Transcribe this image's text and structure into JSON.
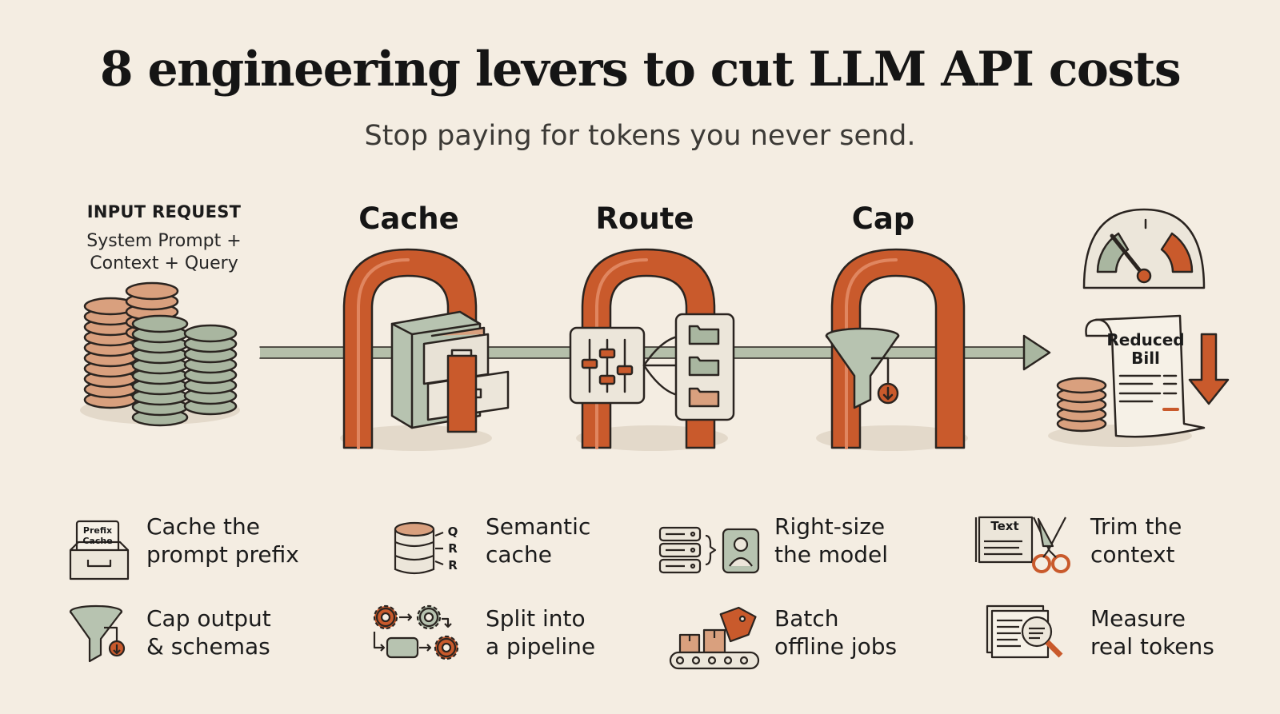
{
  "title": "8 engineering levers to cut LLM API costs",
  "subtitle": "Stop paying for tokens you never send.",
  "input": {
    "label": "INPUT REQUEST",
    "line1": "System Prompt +",
    "line2": "Context + Query"
  },
  "stages": [
    {
      "label": "Cache"
    },
    {
      "label": "Route"
    },
    {
      "label": "Cap"
    }
  ],
  "bill": {
    "line1": "Reduced",
    "line2": "Bill"
  },
  "icon_text": {
    "prefix_cache_1": "Prefix",
    "prefix_cache_2": "Cache",
    "text_doc": "Text",
    "q": "Q",
    "r": "R"
  },
  "levers": [
    {
      "line1": "Cache the",
      "line2": "prompt prefix",
      "icon": "prefix-cache-box-icon"
    },
    {
      "line1": "Semantic",
      "line2": "cache",
      "icon": "database-qr-icon"
    },
    {
      "line1": "Right-size",
      "line2": "the model",
      "icon": "server-to-person-icon"
    },
    {
      "line1": "Trim the",
      "line2": "context",
      "icon": "scissors-text-icon"
    },
    {
      "line1": "Cap output",
      "line2": "& schemas",
      "icon": "funnel-icon"
    },
    {
      "line1": "Split into",
      "line2": "a pipeline",
      "icon": "gears-pipeline-icon"
    },
    {
      "line1": "Batch",
      "line2": "offline jobs",
      "icon": "conveyor-boxes-icon"
    },
    {
      "line1": "Measure",
      "line2": "real tokens",
      "icon": "magnifier-document-icon"
    }
  ],
  "colors": {
    "background": "#f4ede2",
    "rust": "#c95a2c",
    "sage": "#a9b6a0",
    "copper": "#d9a07e",
    "outline": "#2a2420"
  }
}
